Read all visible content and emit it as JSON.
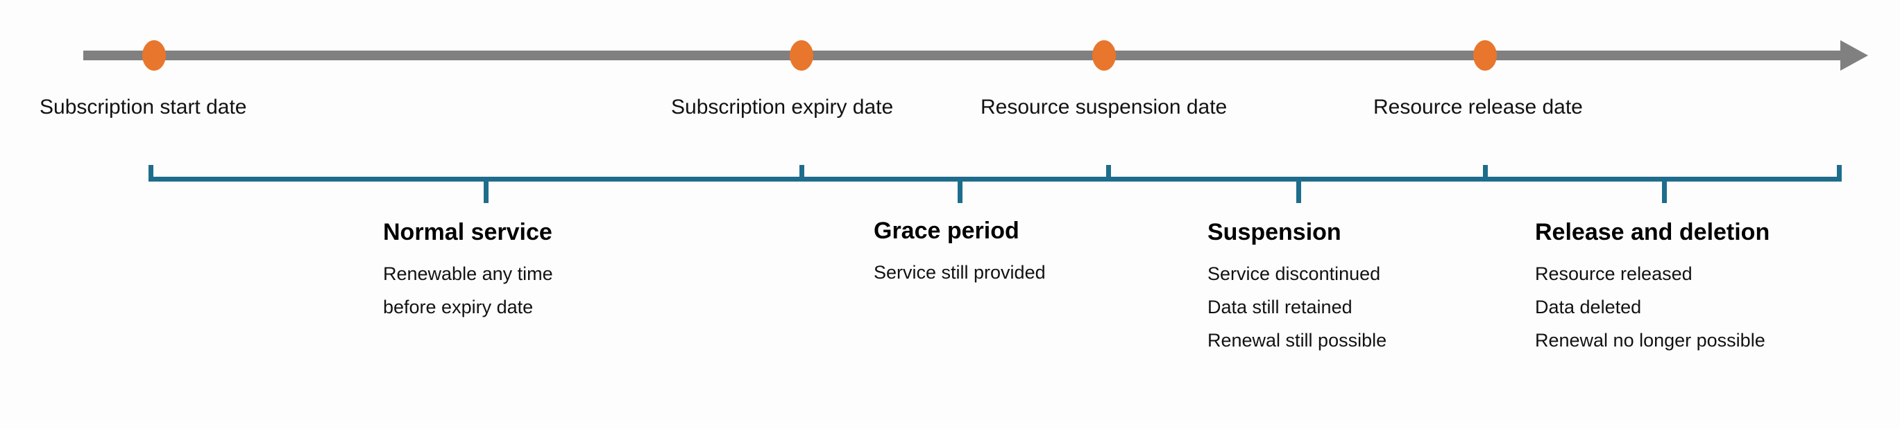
{
  "diagram": {
    "type": "timeline",
    "title": "Subscription lifecycle timeline",
    "colors": {
      "axis": "#808080",
      "milestone_dot": "#E8762C",
      "bracket": "#1F6D8C",
      "text": "#121212",
      "background": "#fdfdfd"
    }
  },
  "axis": {
    "direction_icon": "arrow-right-icon",
    "milestones": [
      {
        "label": "Subscription start date"
      },
      {
        "label": "Subscription expiry date"
      },
      {
        "label": "Resource suspension date"
      },
      {
        "label": "Resource release date"
      }
    ]
  },
  "phases": [
    {
      "title": "Normal service",
      "bullets": [
        "Renewable any time",
        "before expiry date"
      ]
    },
    {
      "title": "Grace period",
      "bullets": [
        "Service still provided"
      ]
    },
    {
      "title": "Suspension",
      "bullets": [
        "Service discontinued",
        "Data still retained",
        "Renewal still possible"
      ]
    },
    {
      "title": "Release and deletion",
      "bullets": [
        "Resource released",
        "Data deleted",
        "Renewal no longer possible"
      ]
    }
  ]
}
